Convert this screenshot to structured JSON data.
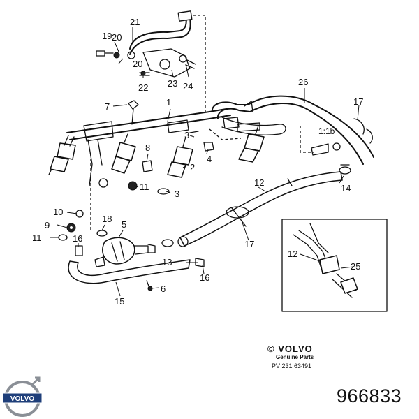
{
  "callouts": {
    "c1": "1",
    "c2": "2",
    "c3a": "3",
    "c3b": "3",
    "c4": "4",
    "c5": "5",
    "c6": "6",
    "c7": "7",
    "c8": "8",
    "c9": "9",
    "c10": "10",
    "c11a": "11",
    "c11b": "11",
    "c11c": "1:1b",
    "c12a": "12",
    "c12b": "12",
    "c13": "13",
    "c14": "14",
    "c15": "15",
    "c16a": "16",
    "c16b": "16",
    "c17a": "17",
    "c17b": "17",
    "c18": "18",
    "c19": "19",
    "c20a": "20",
    "c20b": "20",
    "c21": "21",
    "c22": "22",
    "c23": "23",
    "c24": "24",
    "c25": "25",
    "c26": "26"
  },
  "brand": {
    "copyright_symbol": "©",
    "name": "VOLVO",
    "subtitle": "Genuine Parts",
    "pv_code": "PV 231 63491"
  },
  "logo": {
    "text": "VOLVO"
  },
  "part_number": "966833"
}
